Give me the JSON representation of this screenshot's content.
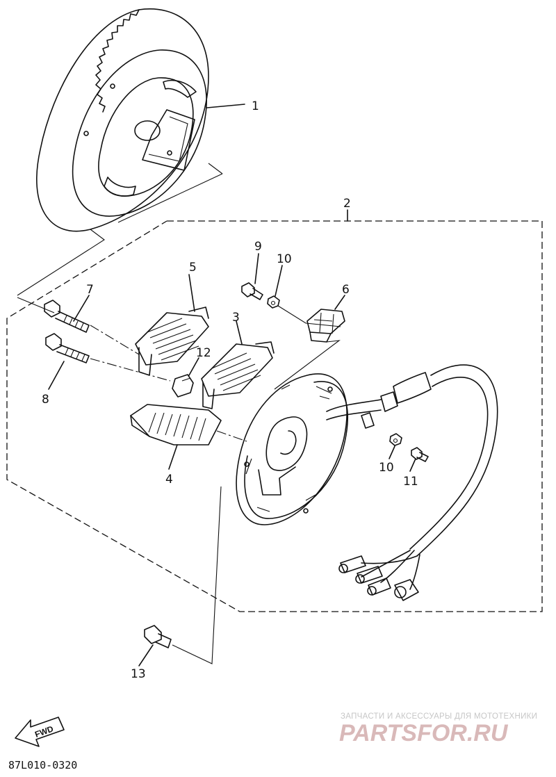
{
  "diagram": {
    "part_labels": [
      "1",
      "2",
      "3",
      "4",
      "5",
      "6",
      "7",
      "8",
      "9",
      "10",
      "10",
      "11",
      "12",
      "13"
    ],
    "direction_label": "FWD",
    "diagram_code": "87L010-0320"
  },
  "watermark": {
    "tagline": "ЗАПЧАСТИ И АКСЕССУАРЫ ДЛЯ МОТОТЕХНИКИ",
    "logo": "PARTSFOR.RU"
  }
}
